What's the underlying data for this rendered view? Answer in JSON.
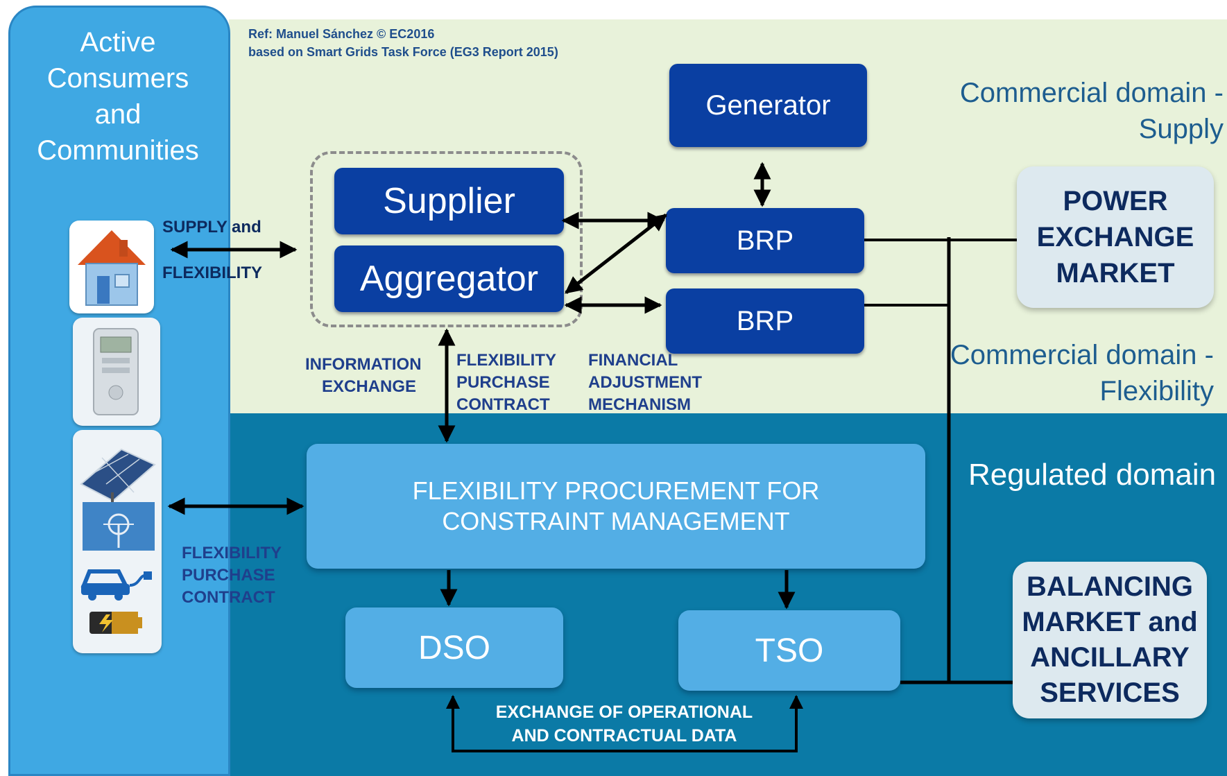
{
  "left_panel": {
    "title_line1": "Active",
    "title_line2": "Consumers and",
    "title_line3": "Communities"
  },
  "reference": {
    "line1": "Ref: Manuel Sánchez ©  EC2016",
    "line2": "based on Smart Grids Task Force (EG3 Report 2015)"
  },
  "boxes": {
    "generator": "Generator",
    "supplier": "Supplier",
    "aggregator": "Aggregator",
    "brp_top": "BRP",
    "brp_bottom": "BRP",
    "flex_procurement_line1": "FLEXIBILITY PROCUREMENT FOR",
    "flex_procurement_line2": "CONSTRAINT MANAGEMENT",
    "dso": "DSO",
    "tso": "TSO",
    "power_exchange_line1": "POWER",
    "power_exchange_line2": "EXCHANGE",
    "power_exchange_line3": "MARKET",
    "balancing_line1": "BALANCING",
    "balancing_line2": "MARKET and",
    "balancing_line3": "ANCILLARY",
    "balancing_line4": "SERVICES"
  },
  "domains": {
    "supply_line1": "Commercial domain -",
    "supply_line2": "Supply",
    "flex_line1": "Commercial domain -",
    "flex_line2": "Flexibility",
    "regulated": "Regulated domain"
  },
  "labels": {
    "supply_flex_line1": "SUPPLY and",
    "supply_flex_line2": "FLEXIBILITY",
    "info_exchange_line1": "INFORMATION",
    "info_exchange_line2": "EXCHANGE",
    "fpc_mid_line1": "FLEXIBILITY",
    "fpc_mid_line2": "PURCHASE",
    "fpc_mid_line3": "CONTRACT",
    "financial_line1": "FINANCIAL",
    "financial_line2": "ADJUSTMENT",
    "financial_line3": "MECHANISM",
    "fpc_left_line1": "FLEXIBILITY",
    "fpc_left_line2": "PURCHASE",
    "fpc_left_line3": "CONTRACT",
    "exchange_op_line1": "EXCHANGE OF OPERATIONAL",
    "exchange_op_line2": "AND CONTRACTUAL DATA"
  },
  "icons": [
    "house-icon",
    "smart-meter-icon",
    "solar-panel-icon",
    "wind-turbine-icon",
    "electric-car-icon",
    "battery-icon"
  ],
  "colors": {
    "commercial_bg": "#e8f2da",
    "regulated_bg": "#0b7aa6",
    "consumer_panel": "#3fa8e3",
    "navy_box": "#0a3fa2",
    "light_box": "#53aee5"
  }
}
